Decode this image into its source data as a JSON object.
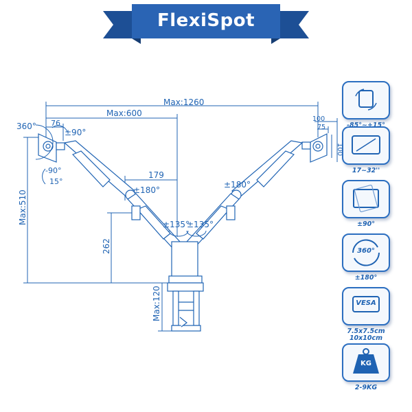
{
  "brand": {
    "name": "FlexiSpot"
  },
  "dimensions": {
    "max_width": "Max:1260",
    "max_reach": "Max:600",
    "max_height": "Max:510",
    "clamp_height": "Max:120",
    "pole_height": "262",
    "arm_segment": "179",
    "bracket_offset": "76",
    "vesa_outer": "100",
    "vesa_inner": "75",
    "vesa_vertical": "100"
  },
  "angles": {
    "screen_rotation": "360°",
    "swivel_left": "±90°",
    "tilt_down": "-90°",
    "tilt_up": "15°",
    "elbow_left": "±180°",
    "elbow_right": "±180°",
    "base_left": "±135°",
    "base_right": "±135°"
  },
  "features": [
    {
      "icon": "tilt-icon",
      "caption": "-85°~+15°"
    },
    {
      "icon": "screen-size-icon",
      "caption": "17~32''"
    },
    {
      "icon": "rotate-screen-icon",
      "caption": "±90°"
    },
    {
      "icon": "rotation-360-icon",
      "caption": "±180°",
      "badge": "360°"
    },
    {
      "icon": "vesa-icon",
      "caption": "7.5x7.5cm\n10x10cm",
      "badge": "VESA"
    },
    {
      "icon": "weight-icon",
      "caption": "2-9KG",
      "badge": "KG"
    }
  ],
  "colors": {
    "accent": "#2b6ec0",
    "banner": "#2a64b4",
    "line": "#1f63b3"
  }
}
